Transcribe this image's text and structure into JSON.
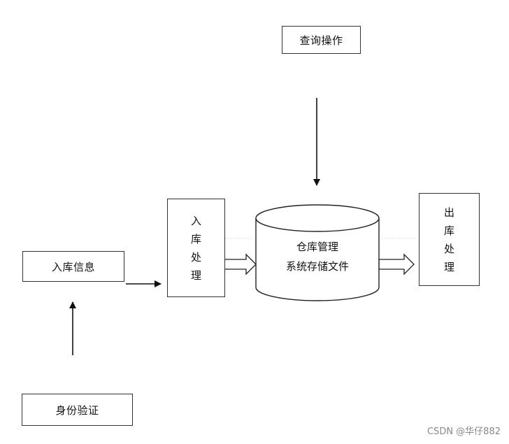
{
  "diagram": {
    "query_box": "查询操作",
    "inbound_process": [
      "入",
      "库",
      "处",
      "理"
    ],
    "inbound_info": "入库信息",
    "identity_verify": "身份验证",
    "storage_file": [
      "仓库管理",
      "系统存储文件"
    ],
    "outbound_process": [
      "出",
      "库",
      "处",
      "理"
    ]
  },
  "watermark": "CSDN @华仔882"
}
